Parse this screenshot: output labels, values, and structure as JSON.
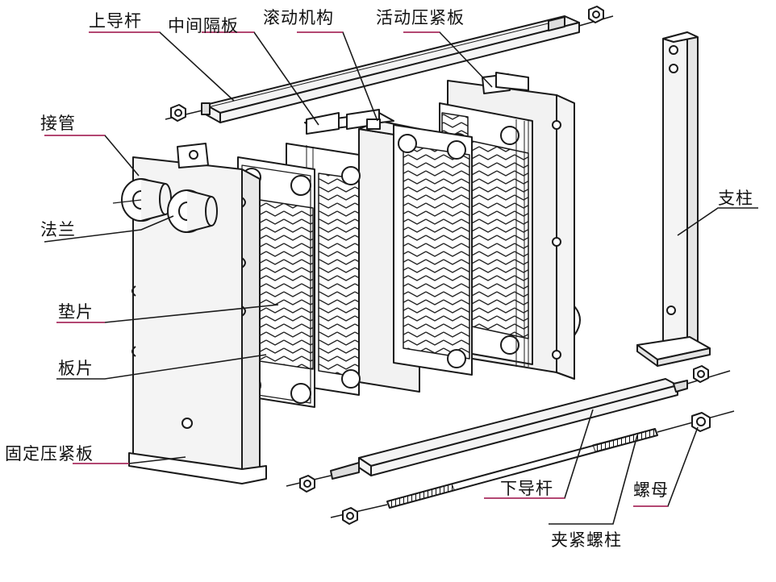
{
  "labels": {
    "upper_guide_rod": "上导杆",
    "middle_partition_plate": "中间隔板",
    "rolling_mechanism": "滚动机构",
    "movable_pressure_plate": "活动压紧板",
    "nozzle": "接管",
    "flange": "法兰",
    "gasket": "垫片",
    "plate": "板片",
    "fixed_pressure_plate": "固定压紧板",
    "support_column": "支柱",
    "lower_guide_rod": "下导杆",
    "nut": "螺母",
    "clamping_bolt": "夹紧螺柱"
  },
  "colors": {
    "line": "#1a1a1a",
    "underline": "#c0306a",
    "plate_fill": "#f4f4f4"
  }
}
